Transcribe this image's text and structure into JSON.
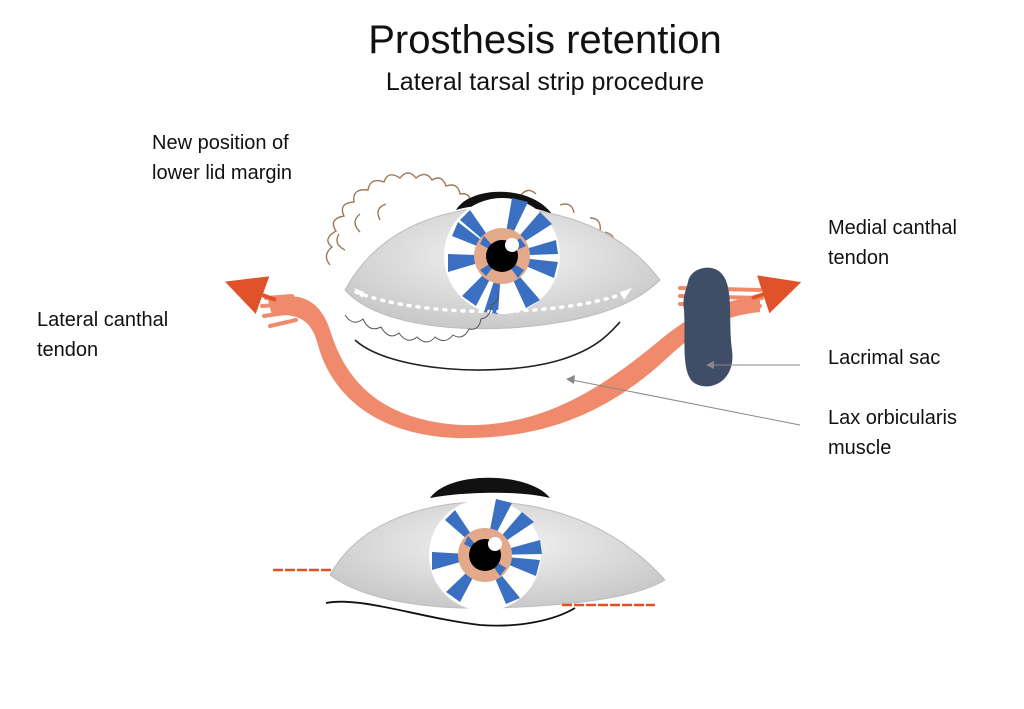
{
  "title": "Prosthesis retention",
  "subtitle": "Lateral tarsal strip procedure",
  "labels": {
    "new_position": "New position of\nlower lid margin",
    "medial_canthal": "Medial canthal\ntendon",
    "lateral_canthal": "Lateral canthal\ntendon",
    "lacrimal_sac": "Lacrimal sac",
    "lax_orbicularis": "Lax orbicularis\nmuscle"
  },
  "colors": {
    "muscle": "#f08a6c",
    "arrow": "#e0522a",
    "sclera": "#dcdcdc",
    "iris_blue": "#3a6fc2",
    "iris_tan": "#e2a98a",
    "lacrimal_sac": "#3f4e66",
    "lash": "#9a7a5a"
  }
}
